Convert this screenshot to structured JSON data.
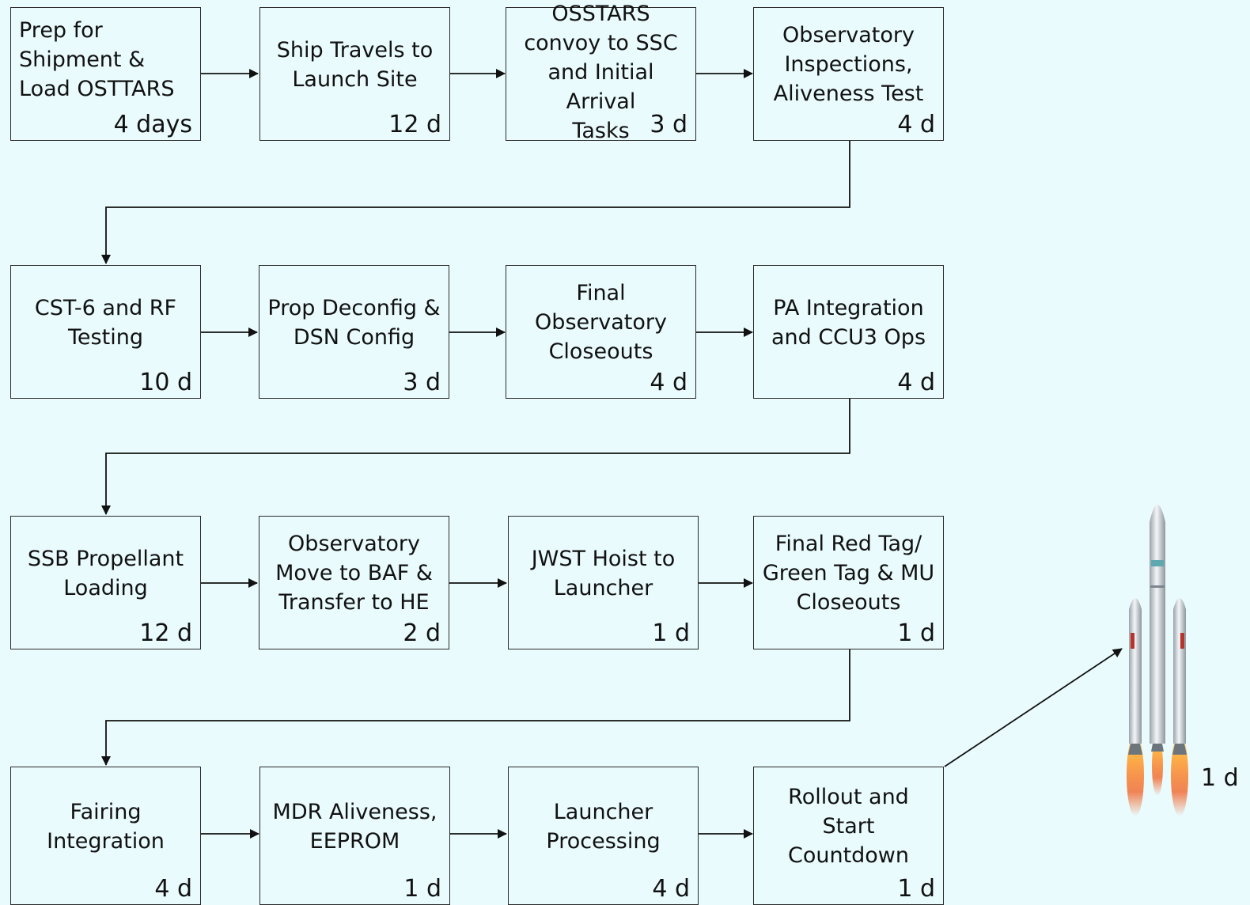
{
  "flow": {
    "steps": [
      {
        "label": "Prep for\nShipment &\nLoad OSTTARS",
        "duration": "4 days"
      },
      {
        "label": "Ship Travels to\nLaunch Site",
        "duration": "12 d"
      },
      {
        "label": "OSSTARS\nconvoy to SSC\nand Initial Arrival\nTasks",
        "duration": "3 d"
      },
      {
        "label": "Observatory\nInspections,\nAliveness Test",
        "duration": "4 d"
      },
      {
        "label": "CST-6 and RF\nTesting",
        "duration": "10 d"
      },
      {
        "label": "Prop Deconfig &\nDSN Config",
        "duration": "3 d"
      },
      {
        "label": "Final\nObservatory\nCloseouts",
        "duration": "4 d"
      },
      {
        "label": "PA Integration\nand CCU3 Ops",
        "duration": "4 d"
      },
      {
        "label": "SSB Propellant\nLoading",
        "duration": "12 d"
      },
      {
        "label": "Observatory\nMove to BAF &\nTransfer to HE",
        "duration": "2 d"
      },
      {
        "label": "JWST Hoist to\nLauncher",
        "duration": "1 d"
      },
      {
        "label": "Final Red Tag/\nGreen Tag & MU\nCloseouts",
        "duration": "1 d"
      },
      {
        "label": "Fairing\nIntegration",
        "duration": "4 d"
      },
      {
        "label": "MDR Aliveness,\nEEPROM",
        "duration": "1 d"
      },
      {
        "label": "Launcher\nProcessing",
        "duration": "4 d"
      },
      {
        "label": "Rollout and\nStart\nCountdown",
        "duration": "1 d"
      }
    ],
    "launch": {
      "duration": "1 d",
      "icon": "rocket-icon"
    }
  },
  "colors": {
    "background": "#e9fbfd",
    "line": "#111111"
  }
}
